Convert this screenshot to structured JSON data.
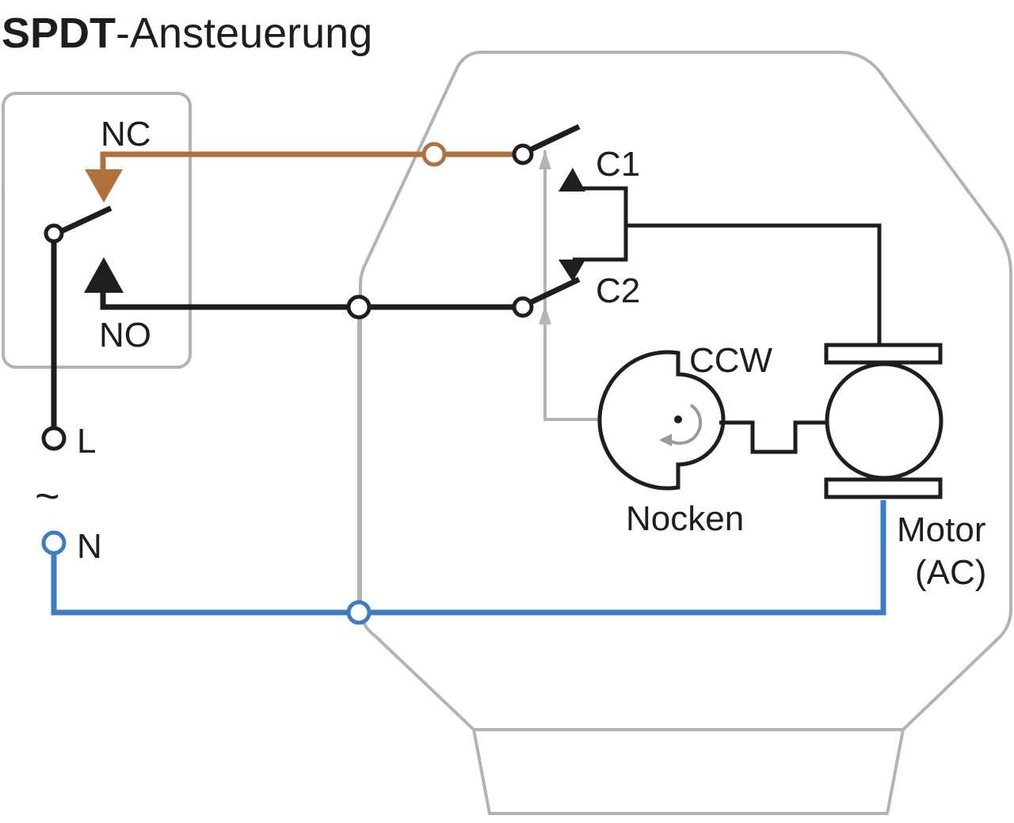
{
  "title": {
    "bold": "SPDT",
    "rest": "-Ansteuerung"
  },
  "switch": {
    "nc_label": "NC",
    "no_label": "NO"
  },
  "supply": {
    "l_label": "L",
    "tilde": "~",
    "n_label": "N"
  },
  "contacts": {
    "c1_label": "C1",
    "c2_label": "C2"
  },
  "cam": {
    "direction_label": "CCW",
    "label": "Nocken"
  },
  "motor": {
    "label_line1": "Motor",
    "label_line2": "(AC)"
  },
  "colors": {
    "nc_wire": "#b0713f",
    "neutral_wire": "#3b7cc4",
    "housing": "#b3b3b3",
    "wire": "#1e1e1e"
  }
}
